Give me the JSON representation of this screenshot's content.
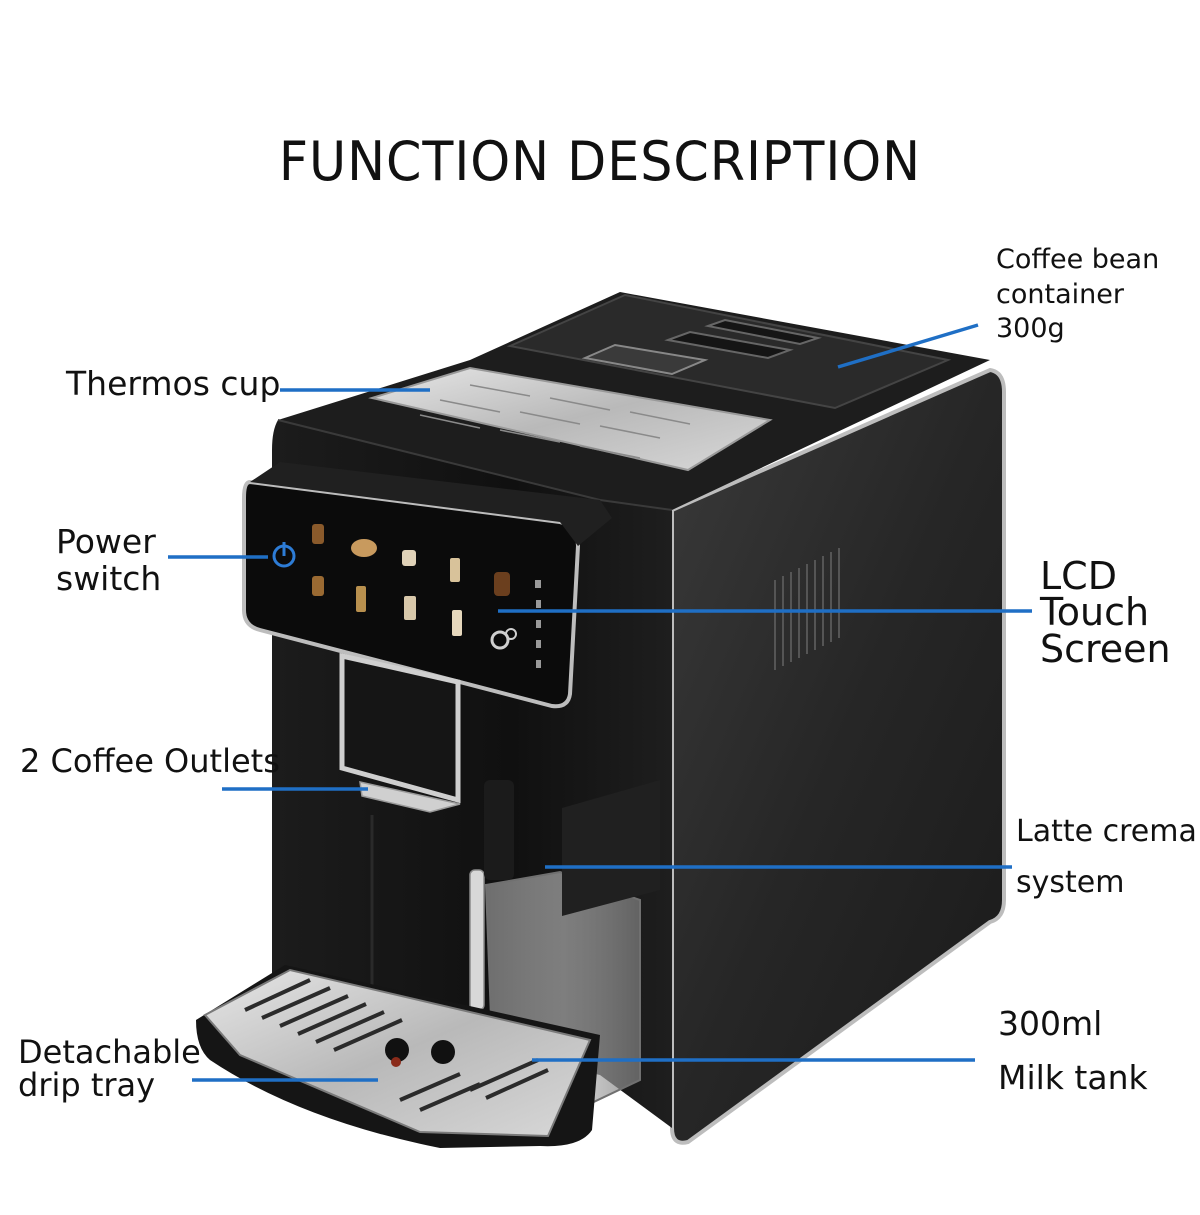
{
  "title": "FUNCTION DESCRIPTION",
  "labels": {
    "coffee_bean": "Coffee bean\ncontainer\n300g",
    "thermos_cup": "Thermos cup",
    "power_switch": "Power\nswitch",
    "lcd": "LCD\nTouch\nScreen",
    "coffee_outlets": "2 Coffee Outlets",
    "latte_line1": "Latte crema",
    "latte_line2": "system",
    "milk_line1": "300ml",
    "milk_line2": "Milk tank",
    "drip_tray": "Detachable\ndrip tray"
  },
  "colors": {
    "leader": "#1f6fc5",
    "machine_body": "#141414",
    "machine_side": "#2b2b2b",
    "chrome": "#c8c8c8",
    "text": "#111111"
  },
  "icons": {
    "power": "power-icon",
    "drinks": "cup-icon"
  }
}
